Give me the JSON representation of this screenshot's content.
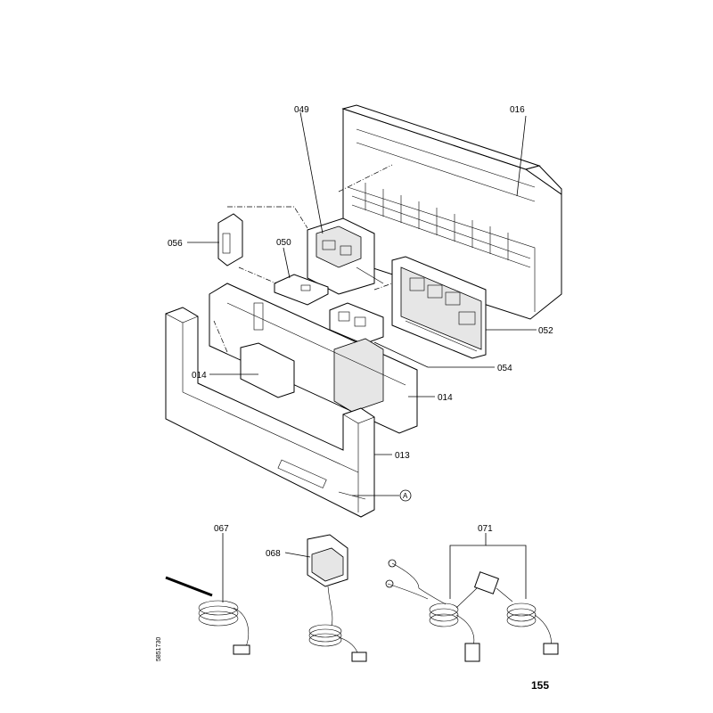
{
  "labels": {
    "l016": "016",
    "l049": "049",
    "l056": "056",
    "l050": "050",
    "l052": "052",
    "l054": "054",
    "l014a": "014",
    "l014b": "014",
    "l013": "013",
    "lA": "A",
    "l067": "067",
    "l068": "068",
    "l071": "071"
  },
  "drawing_code": "5851730",
  "page_number": "155"
}
